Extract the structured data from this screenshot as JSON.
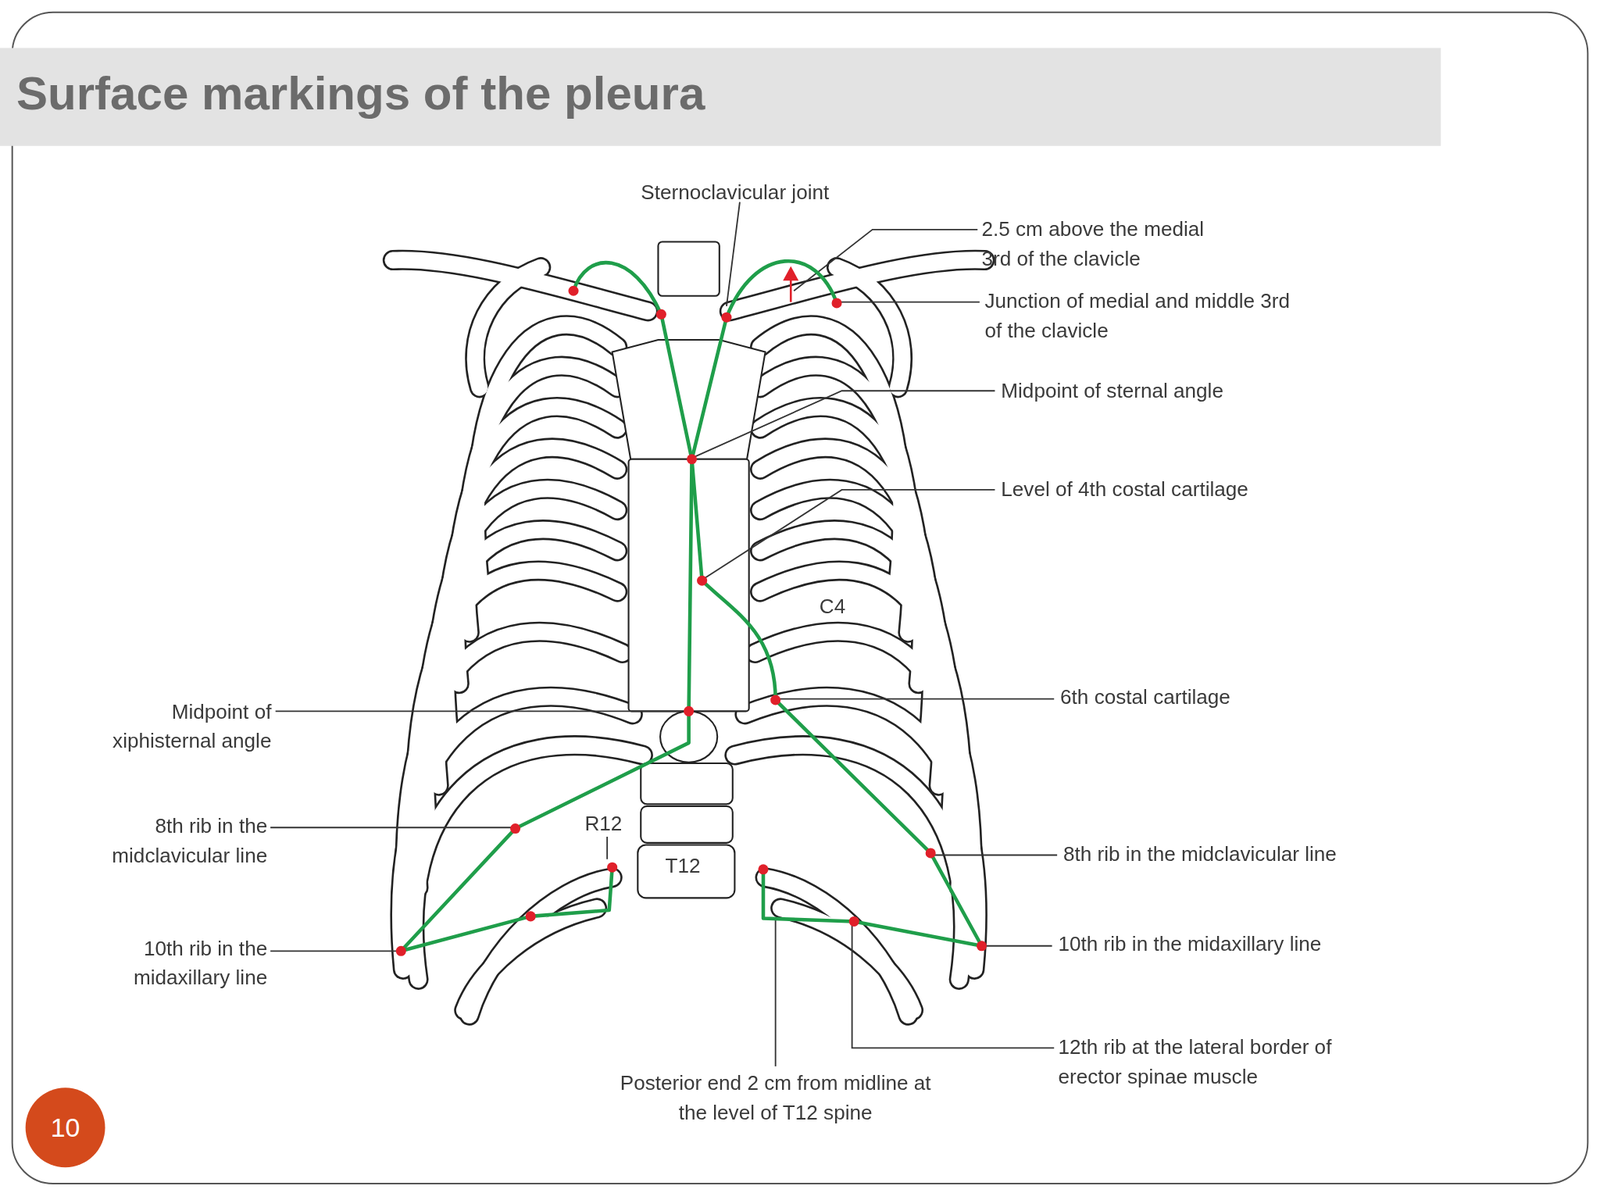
{
  "diagram": {
    "title": "Surface markings of the pleura",
    "nodes": [
      {
        "text": [
          "10"
        ]
      }
    ],
    "labels": [
      "Sternoclavicular joint",
      "2.5 cm above the medial 3rd of the clavicle",
      "Junction of medial and middle 3rd of the clavicle",
      "Midpoint of sternal angle",
      "Level of 4th costal cartilage",
      "C4",
      "6th costal cartilage",
      "Midpoint of xiphisternal angle",
      "8th rib in the midclavicular line",
      "R12",
      "T12",
      "10th rib in the midaxillary line",
      "8th rib in the midclavicular line",
      "10th rib in the midaxillary line",
      "Posterior end 2 cm from midline at the level of T12 spine",
      "12th rib at the lateral border of erector spinae muscle"
    ]
  }
}
